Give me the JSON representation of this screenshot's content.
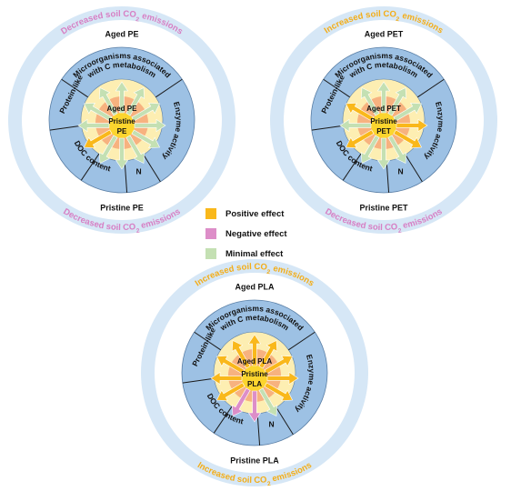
{
  "colors": {
    "outer_ring": "#d6e7f6",
    "inner_ring": "#9dc1e4",
    "inner_ring_stroke": "#5a7fa6",
    "core_yellow": "#fdeeb2",
    "core_orange": "#f7b27f",
    "center": "#fcd52e",
    "positive": "#f9b81b",
    "negative": "#dd8ec8",
    "minimal": "#c4e0b3",
    "increase_text": "#f3ad18",
    "decrease_text": "#d77fc4"
  },
  "legend": {
    "positive": "Positive effect",
    "negative": "Negative effect",
    "minimal": "Minimal effect"
  },
  "diagrams": [
    {
      "id": "pe",
      "top_emission": {
        "text": "Decreased soil CO",
        "sub": "2",
        "after": " emissions",
        "effect": "decrease"
      },
      "bottom_emission": {
        "text": "Decreased soil CO",
        "sub": "2",
        "after": " emissions",
        "effect": "decrease"
      },
      "top_label": "Aged PE",
      "bottom_label": "Pristine PE",
      "core_aged": "Aged PE",
      "core_pristine_1": "Pristine",
      "core_pristine_2": "PE",
      "sectors": {
        "microorganisms_1": "Microorganisms associated",
        "microorganisms_2": "with C metabolism",
        "enzyme": "Enzyme activity",
        "n": "N",
        "doc": "DOC content",
        "protein": "Protein-like"
      },
      "arrows": [
        "minimal",
        "minimal",
        "minimal",
        "minimal",
        "minimal",
        "minimal",
        "minimal",
        "minimal",
        "positive",
        "minimal",
        "minimal",
        "minimal"
      ]
    },
    {
      "id": "pet",
      "top_emission": {
        "text": "Increased soil CO",
        "sub": "2",
        "after": " emissions",
        "effect": "increase"
      },
      "bottom_emission": {
        "text": "Decreased soil CO",
        "sub": "2",
        "after": " emissions",
        "effect": "decrease"
      },
      "top_label": "Aged PET",
      "bottom_label": "Pristine PET",
      "core_aged": "Aged PET",
      "core_pristine_1": "Pristine",
      "core_pristine_2": "PET",
      "sectors": {
        "microorganisms_1": "Microorganisms associated",
        "microorganisms_2": "with C metabolism",
        "enzyme": "Enzyme activity",
        "n": "N",
        "doc": "DOC content",
        "protein": "Protein-like"
      },
      "arrows": [
        "minimal",
        "minimal",
        "minimal",
        "positive",
        "positive",
        "minimal",
        "minimal",
        "minimal",
        "positive",
        "minimal",
        "positive",
        "minimal"
      ]
    },
    {
      "id": "pla",
      "top_emission": {
        "text": "Increased soil CO",
        "sub": "2",
        "after": " emissions",
        "effect": "increase"
      },
      "bottom_emission": {
        "text": "Increased soil CO",
        "sub": "2",
        "after": " emissions",
        "effect": "increase"
      },
      "top_label": "Aged PLA",
      "bottom_label": "Pristine PLA",
      "core_aged": "Aged PLA",
      "core_pristine_1": "Pristine",
      "core_pristine_2": "PLA",
      "sectors": {
        "microorganisms_1": "Microorganisms associated",
        "microorganisms_2": "with C metabolism",
        "enzyme": "Enzyme activity",
        "n": "N",
        "doc": "DOC content",
        "protein": "Protein-like"
      },
      "arrows": [
        "positive",
        "positive",
        "positive",
        "positive",
        "positive",
        "minimal",
        "negative",
        "negative",
        "positive",
        "positive",
        "positive",
        "positive"
      ]
    }
  ]
}
